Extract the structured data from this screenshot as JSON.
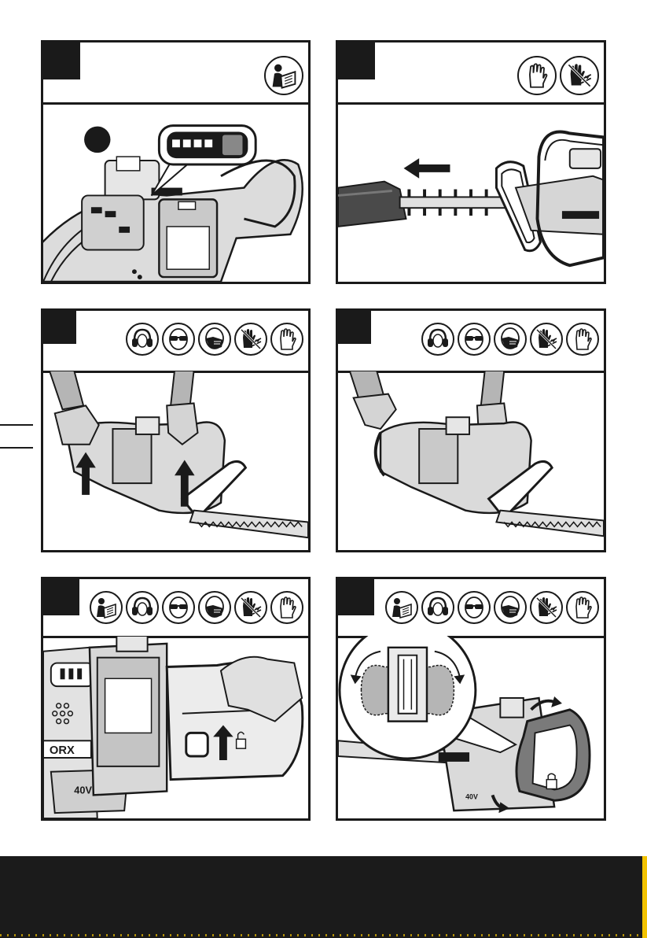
{
  "page": {
    "panels": [
      {
        "id": "p1",
        "icons": [
          "read-manual-icon"
        ]
      },
      {
        "id": "p2",
        "icons": [
          "gloves-icon",
          "no-hands-on-blade-icon"
        ]
      },
      {
        "id": "p3",
        "icons": [
          "ear-protection-icon",
          "eye-protection-icon",
          "dust-mask-icon",
          "no-hands-on-blade-icon",
          "gloves-icon"
        ]
      },
      {
        "id": "p4",
        "icons": [
          "ear-protection-icon",
          "eye-protection-icon",
          "dust-mask-icon",
          "no-hands-on-blade-icon",
          "gloves-icon"
        ]
      },
      {
        "id": "p5",
        "icons": [
          "read-manual-icon",
          "ear-protection-icon",
          "eye-protection-icon",
          "dust-mask-icon",
          "no-hands-on-blade-icon",
          "gloves-icon"
        ]
      },
      {
        "id": "p6",
        "icons": [
          "read-manual-icon",
          "ear-protection-icon",
          "eye-protection-icon",
          "dust-mask-icon",
          "no-hands-on-blade-icon",
          "gloves-icon"
        ]
      }
    ],
    "labels": {
      "brand": "ORX",
      "brand2": "WORX",
      "voltage": "40V"
    },
    "colors": {
      "ink": "#1a1a1a",
      "grey": "#b5b5b5",
      "footer": "#1b1b1b",
      "accent": "#f2c200"
    }
  }
}
